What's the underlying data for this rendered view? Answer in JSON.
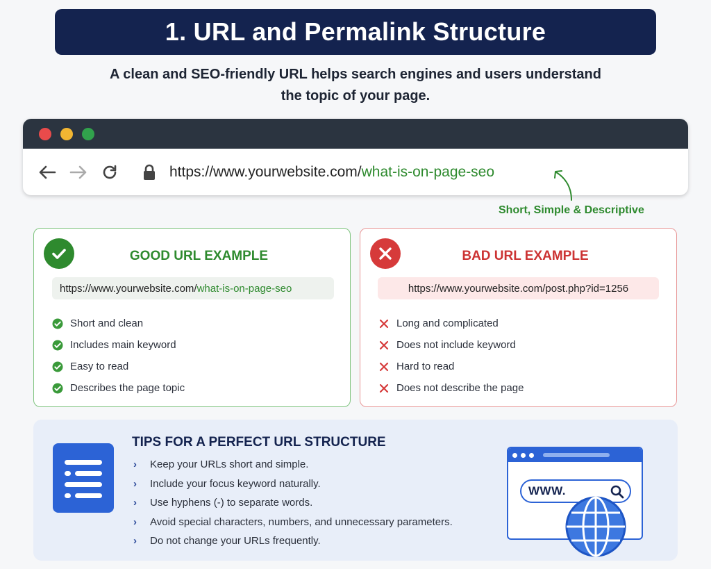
{
  "title": "1. URL and Permalink Structure",
  "subtitle_line1": "A clean and SEO-friendly URL helps search engines and users understand",
  "subtitle_line2": "the topic of your page.",
  "browser": {
    "url_base": "https://www.yourwebsite.com/",
    "url_slug": "what-is-on-page-seo",
    "annotation": "Short, Simple & Descriptive"
  },
  "good": {
    "title": "GOOD URL EXAMPLE",
    "url_base": "https://www.yourwebsite.com/",
    "url_slug": "what-is-on-page-seo",
    "points": [
      "Short and clean",
      "Includes main keyword",
      "Easy to read",
      "Describes the page topic"
    ]
  },
  "bad": {
    "title": "BAD URL EXAMPLE",
    "url": "https://www.yourwebsite.com/post.php?id=1256",
    "points": [
      "Long and complicated",
      "Does not include keyword",
      "Hard to read",
      "Does not describe the page"
    ]
  },
  "tips": {
    "title": "TIPS FOR A PERFECT URL STRUCTURE",
    "items": [
      "Keep your URLs short and simple.",
      "Include your focus keyword naturally.",
      "Use hyphens (-) to separate words.",
      "Avoid special characters, numbers, and unnecessary parameters.",
      "Do not change your URLs frequently."
    ],
    "search_text": "WWW."
  },
  "colors": {
    "navy": "#14234f",
    "good_green": "#2e8a2e",
    "bad_red": "#d63a3a",
    "accent_blue": "#2c63d6"
  },
  "icons": [
    "back-arrow-icon",
    "forward-arrow-icon",
    "reload-icon",
    "lock-icon",
    "check-circle-icon",
    "x-circle-icon",
    "check-icon",
    "x-icon",
    "document-list-icon",
    "search-icon",
    "globe-icon"
  ]
}
